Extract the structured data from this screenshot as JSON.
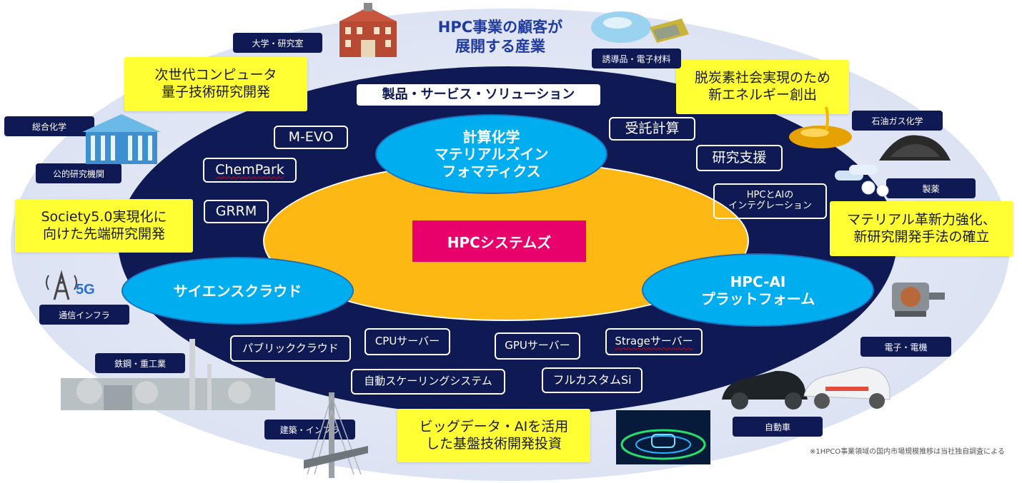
{
  "title": "HPC事業の顧客が\n展開する産業",
  "core": "HPCシステムズ",
  "pillars": {
    "materials": "計算化学\nマテリアルズイン\nフォマティクス",
    "cloud": "サイエンスクラウド",
    "ai": "HPC-AI\nプラットフォーム"
  },
  "offerings": {
    "header": "製品・サービス・ソリューション",
    "mevo": "M-EVO",
    "chempark": "ChemPark",
    "grrm": "GRRM",
    "jutaku": "受託計算",
    "kenkyu": "研究支援",
    "hpcai_integ": "HPCとAIの\nインテグレーション",
    "public_cloud": "パブリッククラウド",
    "cpu": "CPUサーバー",
    "gpu": "GPUサーバー",
    "strage": "Strageサーバー",
    "autoscale": "自動スケーリングシステム",
    "fullcustom": "フルカスタムSi"
  },
  "themes": {
    "nextgen": "次世代コンピュータ\n量子技術研究開発",
    "decarbon": "脱炭素社会実現のため\n新エネルギー創出",
    "society": "Society5.0実現化に\n向けた先端研究開発",
    "material": "マテリアル革新力強化、\n新研究開発手法の確立",
    "bigdata": "ビッグデータ・AIを活用\nした基盤技術開発投資"
  },
  "industries": {
    "univ": "大学・研究室",
    "dielectric": "誘導品・電子材料",
    "chem": "総合化学",
    "public": "公的研究機関",
    "petro": "石油ガス化学",
    "pharma": "製薬",
    "telecom": "通信インフラ",
    "electric": "電子・電機",
    "steel": "鉄鋼・重工業",
    "construction": "建築・インフラ",
    "auto": "自動車"
  },
  "icon_5g": "5G",
  "footnote": "※1HPCO事業領域の国内市場規模推移は当社独自調査による",
  "colors": {
    "navy": "#0f1a55",
    "orange": "#fdb813",
    "cyan": "#00aeef",
    "pink": "#e8006b",
    "yellow": "#ffff33"
  }
}
